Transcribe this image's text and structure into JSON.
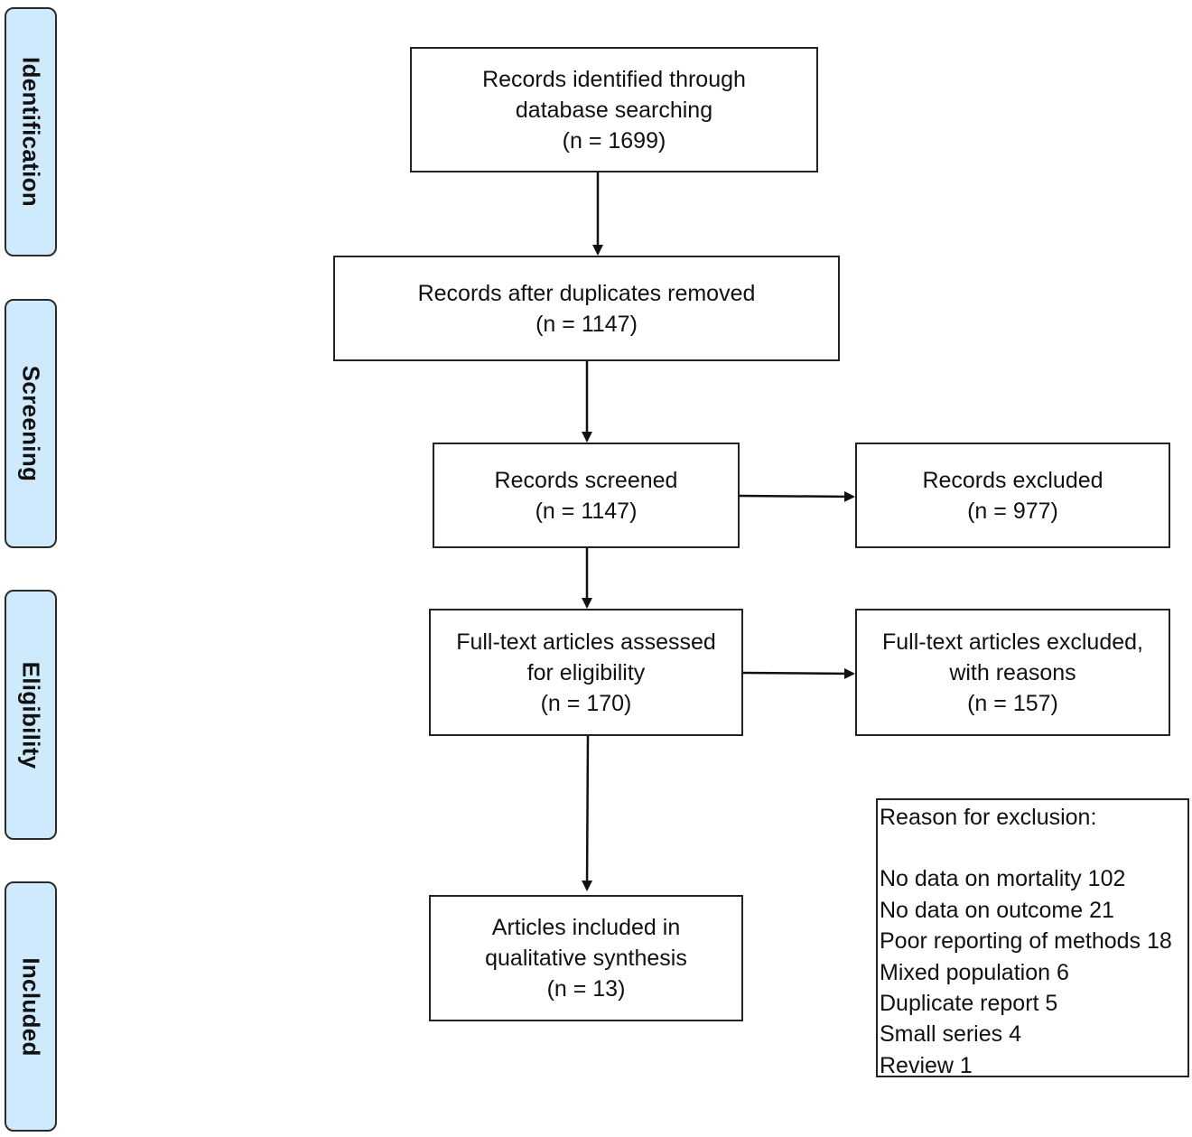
{
  "stages": {
    "identification": "Identification",
    "screening": "Screening",
    "eligibility": "Eligibility",
    "included": "Included"
  },
  "boxes": {
    "identified": {
      "line1": "Records identified through",
      "line2": "database searching",
      "count": "(n = 1699)"
    },
    "after_duplicates": {
      "line1": "Records after duplicates removed",
      "count": "(n = 1147)"
    },
    "screened": {
      "line1": "Records screened",
      "count": "(n = 1147)"
    },
    "excluded": {
      "line1": "Records excluded",
      "count": "(n = 977)"
    },
    "fulltext_assessed": {
      "line1": "Full-text articles assessed",
      "line2": "for eligibility",
      "count": "(n = 170)"
    },
    "fulltext_excluded": {
      "line1": "Full-text articles excluded,",
      "line2": "with reasons",
      "count": "(n = 157)"
    },
    "included": {
      "line1": "Articles included in",
      "line2": "qualitative synthesis",
      "count": "(n = 13)"
    }
  },
  "exclusion_reasons": {
    "heading": "Reason for exclusion:",
    "items": [
      "No data on mortality 102",
      "No data on outcome 21",
      "Poor reporting of methods 18",
      "Mixed population 6",
      "Duplicate report 5",
      "Small series 4",
      "Review 1"
    ]
  }
}
